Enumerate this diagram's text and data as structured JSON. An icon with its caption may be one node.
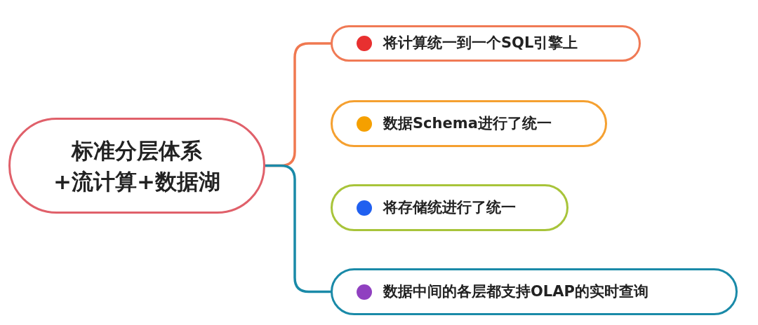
{
  "diagram": {
    "nodes": [
      {
        "text": [
          "标准分层体系+流计算+数据湖"
        ]
      },
      {
        "text": [
          "将计算统一到一个SQL引擎上"
        ]
      },
      {
        "text": [
          "数据Schema进行了统一"
        ]
      },
      {
        "text": [
          "将存储统进行了统一"
        ]
      },
      {
        "text": [
          "数据中间的各层都支持OLAP的实时查询"
        ]
      }
    ],
    "edges": [
      {
        "from": 0,
        "to": 1,
        "arrow": "none",
        "color": "#f07850"
      },
      {
        "from": 0,
        "to": 4,
        "arrow": "none",
        "color": "#1a8aa8"
      }
    ]
  }
}
